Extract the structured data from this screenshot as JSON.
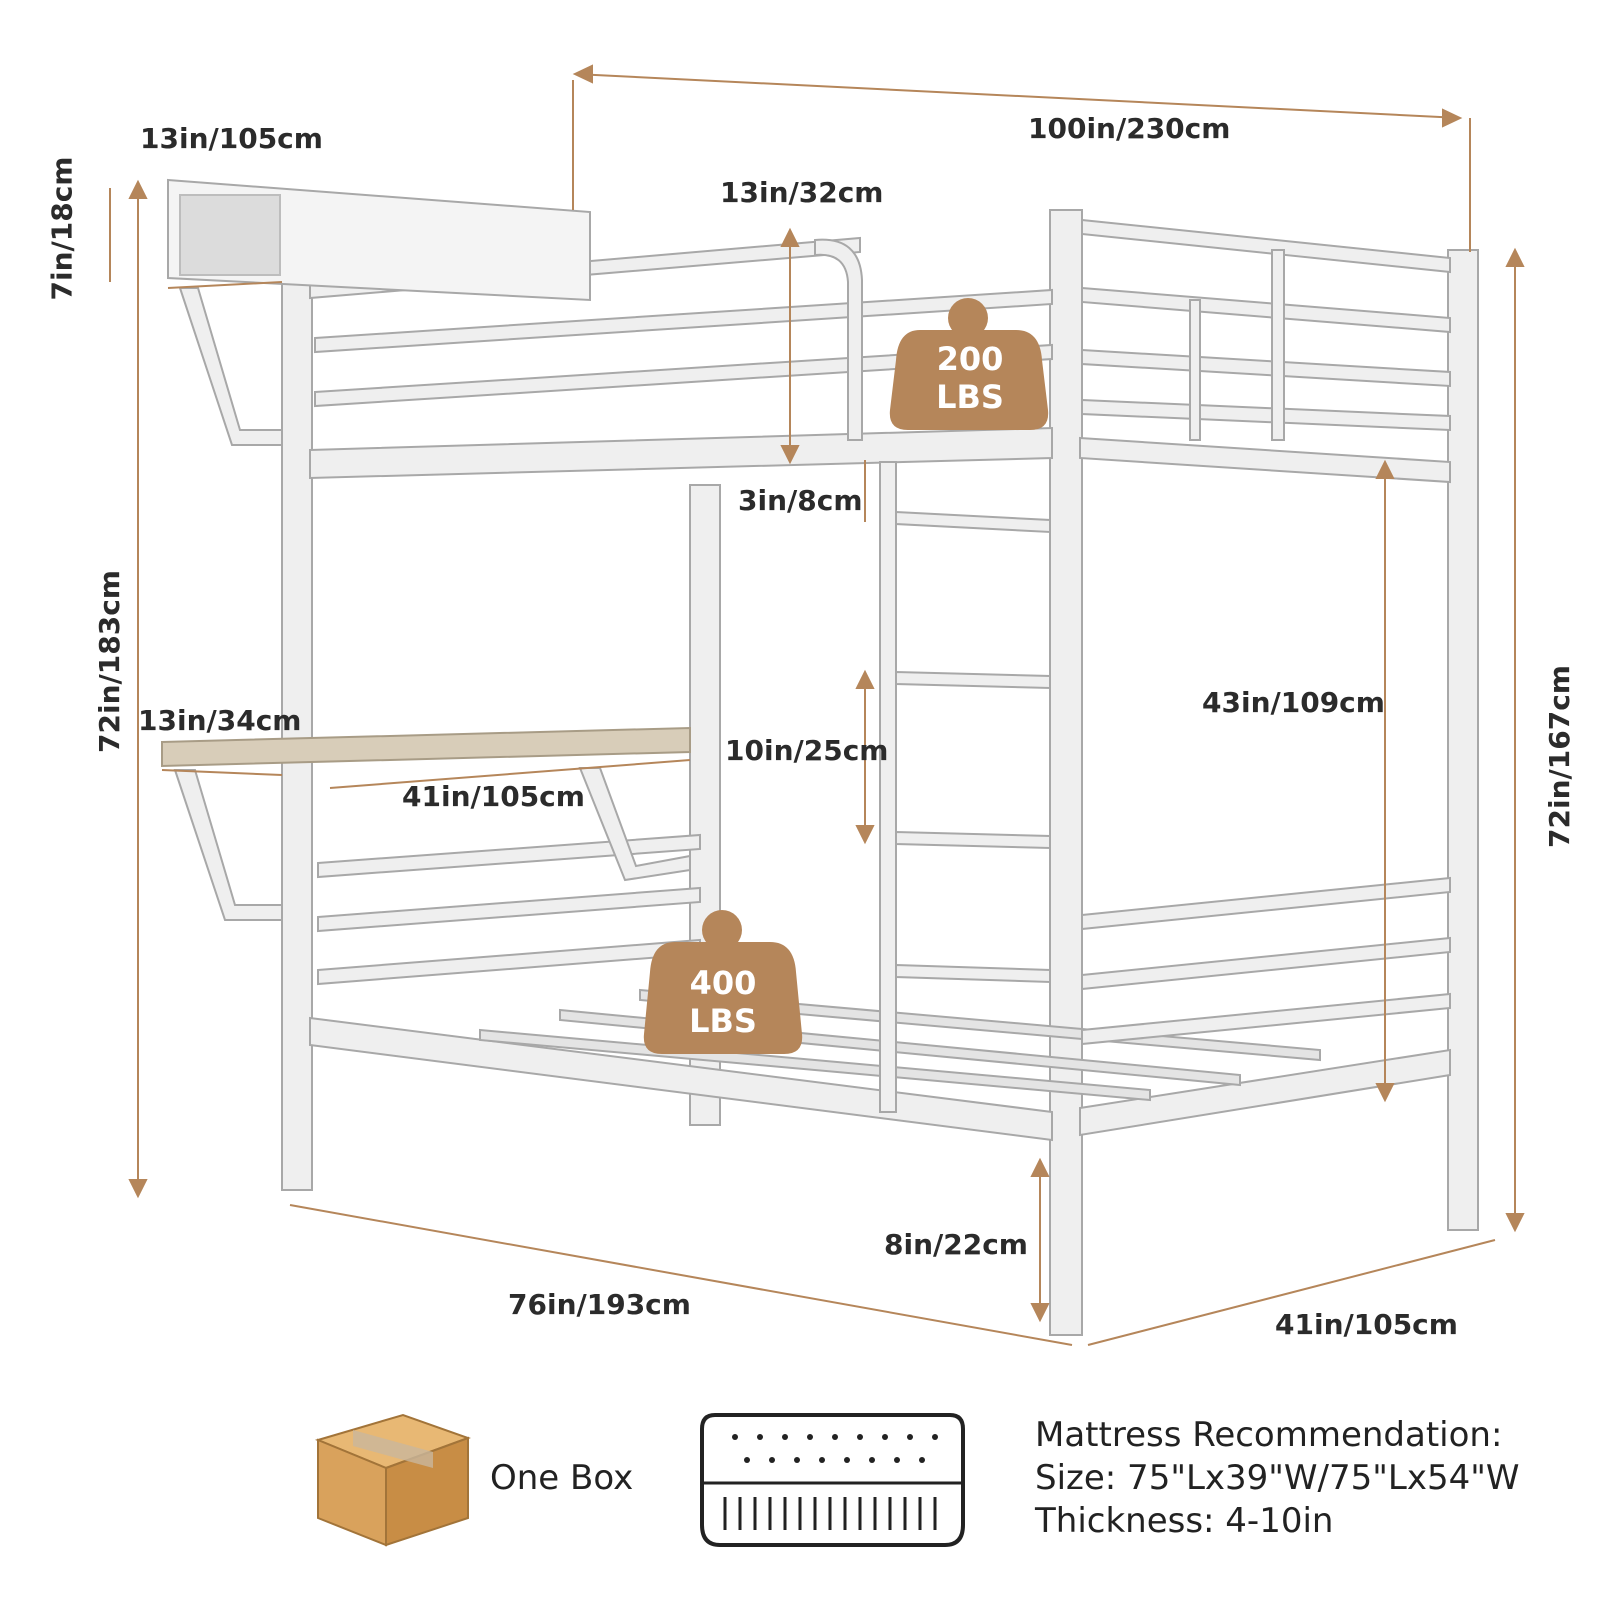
{
  "colors": {
    "accent": "#b5865a",
    "frame": "#ededed",
    "frame_stroke": "#9a9a9a",
    "desk": "#d6cbb8"
  },
  "dimensions": {
    "overall_length_top": "100in/230cm",
    "shelf_width": "13in/105cm",
    "shelf_height": "7in/18cm",
    "guardrail_height": "13in/32cm",
    "slat_gap": "3in/8cm",
    "total_height_left": "72in/183cm",
    "desk_depth": "13in/34cm",
    "desk_width": "41in/105cm",
    "ladder_step": "10in/25cm",
    "bunk_clearance": "43in/109cm",
    "total_height_right": "72in/167cm",
    "floor_clearance": "8in/22cm",
    "length_bottom": "76in/193cm",
    "width_bottom": "41in/105cm"
  },
  "badges": {
    "top": {
      "number": "200",
      "unit": "LBS"
    },
    "bottom": {
      "number": "400",
      "unit": "LBS"
    }
  },
  "footer": {
    "box_icon": "cardboard-box-icon",
    "box_label": "One Box",
    "mattress_icon": "mattress-icon",
    "mattress_title": "Mattress Recommendation:",
    "mattress_size": "Size: 75\"Lx39\"W/75\"Lx54\"W",
    "mattress_thickness": "Thickness: 4-10in"
  }
}
